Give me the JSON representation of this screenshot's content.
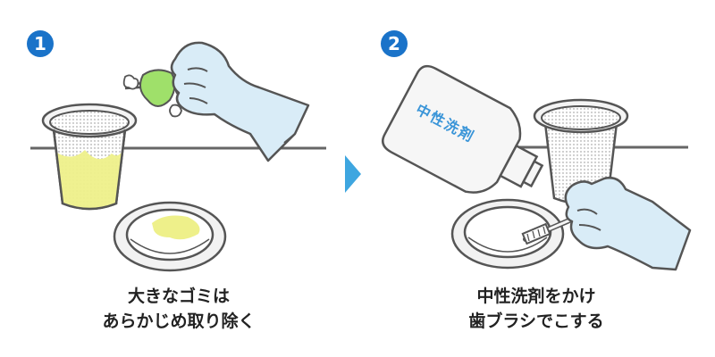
{
  "steps": [
    {
      "number": "1",
      "caption_line1": "大きなゴミは",
      "caption_line2": "あらかじめ取り除く"
    },
    {
      "number": "2",
      "caption_line1": "中性洗剤をかけ",
      "caption_line2": "歯ブラシでこする",
      "bottle_label": "中性洗剤"
    }
  ],
  "colors": {
    "badge": "#1a73c9",
    "arrow": "#3ea6e0",
    "glove": "#d9ecf7",
    "outline": "#555555",
    "grime": "#eef08a",
    "garbage": "#9fe06a"
  },
  "icons": {
    "arrow": "right-chevron-arrow-icon"
  }
}
